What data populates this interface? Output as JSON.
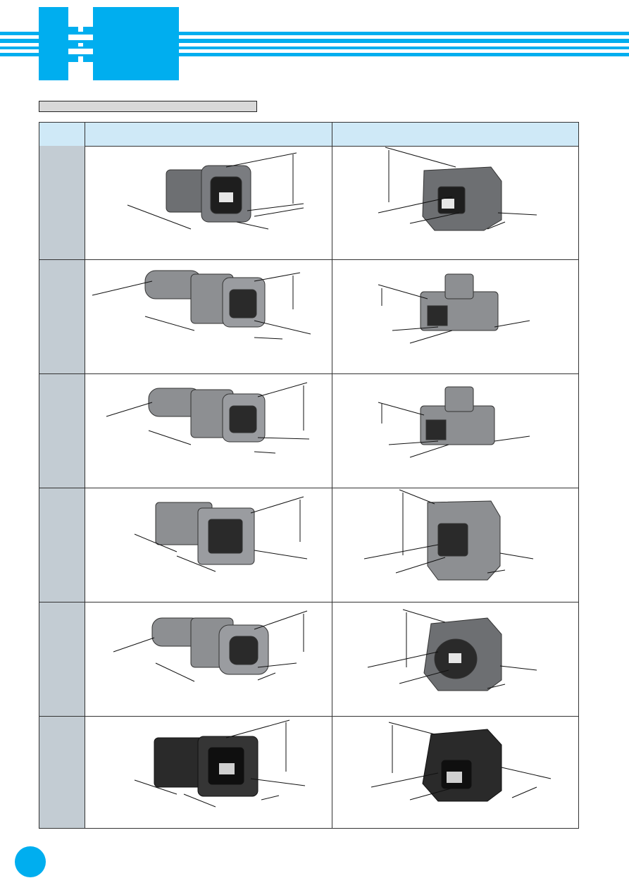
{
  "colors": {
    "brand_blue": "#00aeef",
    "table_header_fill": "#cfe9f7",
    "row_header_fill": "#c3ccd3",
    "section_bar_fill": "#d8d8d8",
    "connector_gray": "#6d6f72",
    "connector_black": "#2a2a2a"
  },
  "header": {
    "logo_icon": "comb-logo-icon"
  },
  "section": {
    "title": ""
  },
  "table": {
    "columns": [
      "",
      "",
      ""
    ],
    "rows": [
      {
        "id": "row-1",
        "label": "",
        "male_caption": "",
        "female_caption": "",
        "tone": "gray"
      },
      {
        "id": "row-2",
        "label": "",
        "male_caption": "",
        "female_caption": "",
        "tone": "gray"
      },
      {
        "id": "row-3",
        "label": "",
        "male_caption": "",
        "female_caption": "",
        "tone": "gray"
      },
      {
        "id": "row-4",
        "label": "",
        "male_caption": "",
        "female_caption": "",
        "tone": "gray"
      },
      {
        "id": "row-5",
        "label": "",
        "male_caption": "",
        "female_caption": "",
        "tone": "gray"
      },
      {
        "id": "row-6",
        "label": "",
        "male_caption": "",
        "female_caption": "",
        "tone": "black"
      }
    ]
  },
  "footer": {
    "page_number": ""
  }
}
